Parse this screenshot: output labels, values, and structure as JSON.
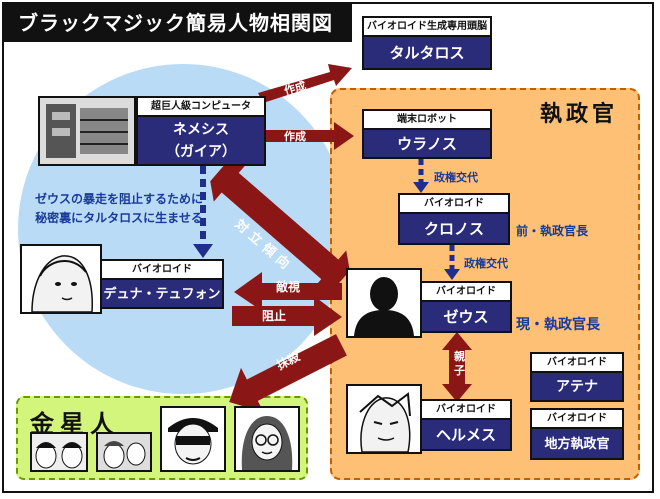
{
  "title": "ブラックマジック簡易人物相関図",
  "groups": {
    "shisei": "執政官",
    "kinsei": "金星人"
  },
  "nodes": {
    "tartaros": {
      "category": "バイオロイド生成専用頭脳",
      "name": "タルタロス"
    },
    "nemesis": {
      "category": "超巨人級コンピュータ",
      "name_line1": "ネメシス",
      "name_line2": "（ガイア）"
    },
    "uranos": {
      "category": "端末ロボット",
      "name": "ウラノス"
    },
    "kronos": {
      "category": "バイオロイド",
      "name": "クロノス",
      "note": "前・執政官長"
    },
    "dyuna": {
      "category": "バイオロイド",
      "name": "デュナ・テュフォン"
    },
    "zeus": {
      "category": "バイオロイド",
      "name": "ゼウス",
      "note": "現・執政官長"
    },
    "hermes": {
      "category": "バイオロイド",
      "name": "ヘルメス"
    },
    "athena": {
      "category": "バイオロイド",
      "name": "アテナ"
    },
    "chiho": {
      "category": "バイオロイド",
      "name": "地方執政官"
    }
  },
  "relations": {
    "create1": "作成",
    "create2": "作成",
    "transfer1": "政権交代",
    "transfer2": "政権交代",
    "note_line1": "ゼウスの暴走を阻止するために",
    "note_line2": "秘密裏にタルタロスに生ませる",
    "conflict": "対立傾向",
    "hostile": "敵視",
    "stop": "阻止",
    "kill": "抹殺",
    "parent": "親子"
  },
  "colors": {
    "box_fill": "#2a2c7a",
    "arrow": "#8b1616",
    "circle": "#b9dbf5",
    "orange": "#fdc074",
    "green": "#d3f57b",
    "dash_arrow": "#1f2e8c"
  }
}
